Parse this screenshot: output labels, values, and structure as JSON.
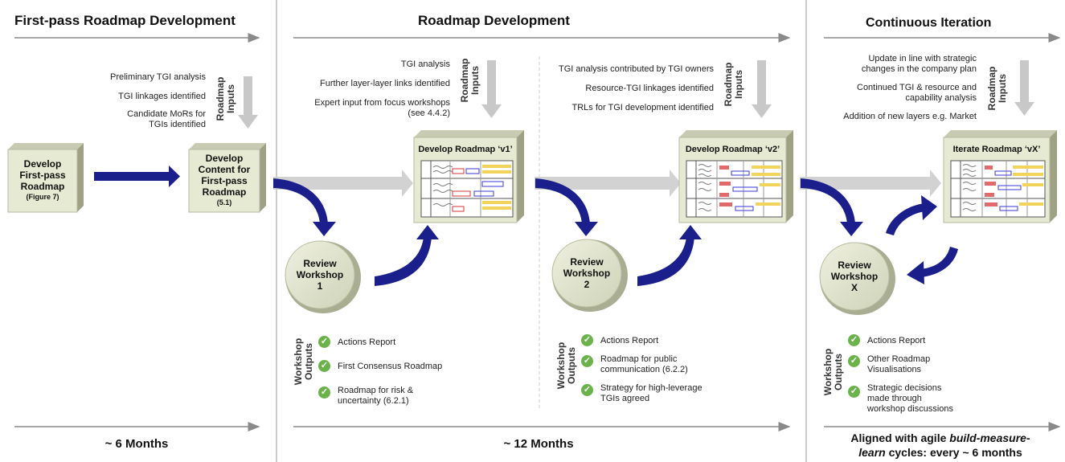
{
  "phases": {
    "p1_title": "First-pass Roadmap Development",
    "p2_title": "Roadmap Development",
    "p3_title": "Continuous Iteration"
  },
  "roadmap_inputs_label": [
    "Roadmap",
    "Inputs"
  ],
  "workshop_outputs_label": [
    "Workshop",
    "Outputs"
  ],
  "inputs": {
    "p1": [
      "Preliminary TGI analysis",
      "TGI linkages identified",
      "Candidate MoRs for",
      "TGIs identified"
    ],
    "p2a": [
      "TGI analysis",
      "Further layer-layer links identified",
      "Expert input from focus workshops",
      "(see 4.4.2)"
    ],
    "p2b": [
      "TGI analysis contributed by TGI owners",
      "Resource-TGI linkages identified",
      "TRLs for TGI development identified"
    ],
    "p3": [
      "Update in line with strategic",
      "changes in the company plan",
      "Continued TGI & resource and",
      "capability analysis",
      "Addition of new layers e.g. Market"
    ]
  },
  "boxes": {
    "develop_firstpass": [
      "Develop",
      "First-pass",
      "Roadmap"
    ],
    "develop_firstpass_ref": "(Figure 7)",
    "develop_content": [
      "Develop",
      "Content for",
      "First-pass",
      "Roadmap"
    ],
    "develop_content_ref": "(5.1)",
    "v1_title": "Develop Roadmap ‘v1’",
    "v2_title": "Develop Roadmap ‘v2’",
    "vx_title": "Iterate Roadmap ‘vX’"
  },
  "workshops": {
    "w1": [
      "Review",
      "Workshop",
      "1"
    ],
    "w2": [
      "Review",
      "Workshop",
      "2"
    ],
    "wx": [
      "Review",
      "Workshop",
      "X"
    ]
  },
  "outputs": {
    "w1": [
      "Actions Report",
      "First Consensus Roadmap",
      "Roadmap for risk &",
      "uncertainty (6.2.1)"
    ],
    "w2": [
      "Actions Report",
      "Roadmap for public",
      "communication (6.2.2)",
      "Strategy for high-leverage",
      "TGIs agreed"
    ],
    "wx": [
      "Actions Report",
      "Other Roadmap",
      "Visualisations",
      "Strategic decisions",
      "made through",
      "workshop discussions"
    ]
  },
  "durations": {
    "d1": "~ 6 Months",
    "d2": "~ 12 Months",
    "d3_a": "Aligned with agile ",
    "d3_b": "build-measure-",
    "d3_c": "learn",
    "d3_d": " cycles: every ~ 6 months"
  },
  "colors": {
    "navy_arrow": "#1a1f8c",
    "box_face": "#e6ead2",
    "box_side": "#a8ad8f",
    "gray_arrow": "#c8c8c8",
    "check_green": "#6ab34a"
  }
}
